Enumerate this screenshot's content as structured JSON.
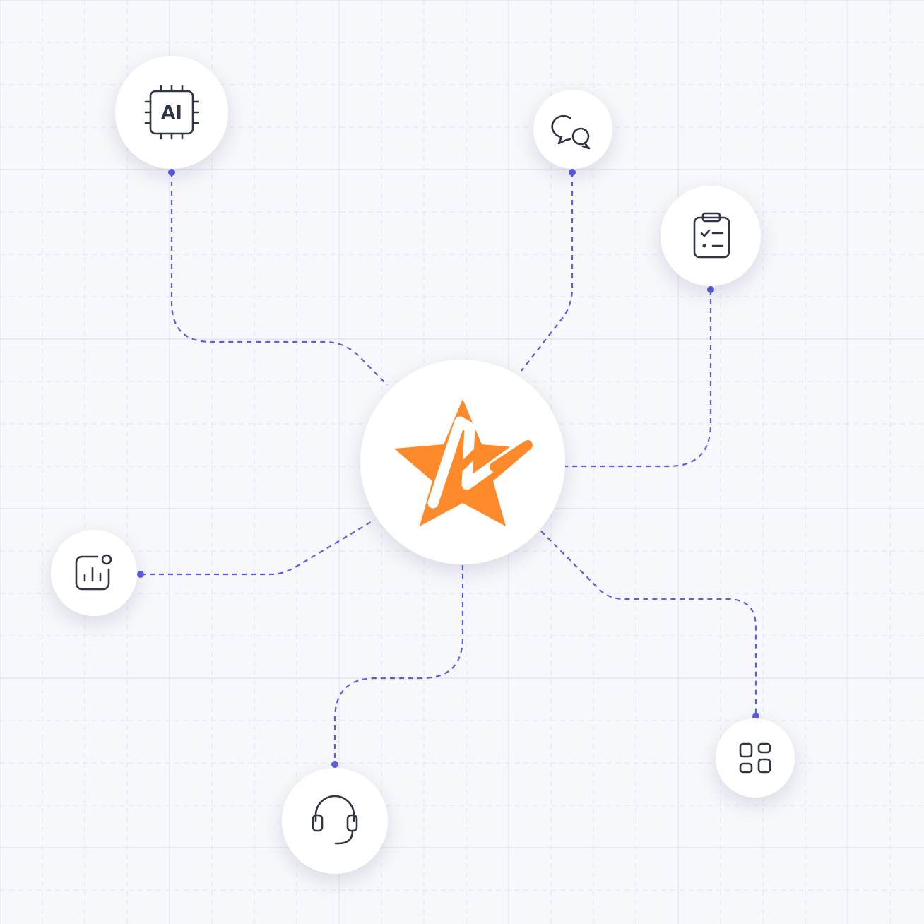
{
  "diagram": {
    "hub": {
      "icon": "star-a-logo-icon",
      "color": "#ff8a2c"
    },
    "satellites": [
      {
        "id": "ai",
        "icon": "ai-chip-icon",
        "text": "AI"
      },
      {
        "id": "chat",
        "icon": "chat-bubbles-icon"
      },
      {
        "id": "tasks",
        "icon": "clipboard-checklist-icon"
      },
      {
        "id": "analytics",
        "icon": "bar-chart-notification-icon"
      },
      {
        "id": "support",
        "icon": "headset-icon"
      },
      {
        "id": "apps",
        "icon": "apps-grid-icon"
      }
    ],
    "colors": {
      "background": "#f7f8fb",
      "grid": "#e1e4ee",
      "connector": "#5b5de6",
      "node": "#ffffff",
      "icon": "#2f3544"
    }
  }
}
